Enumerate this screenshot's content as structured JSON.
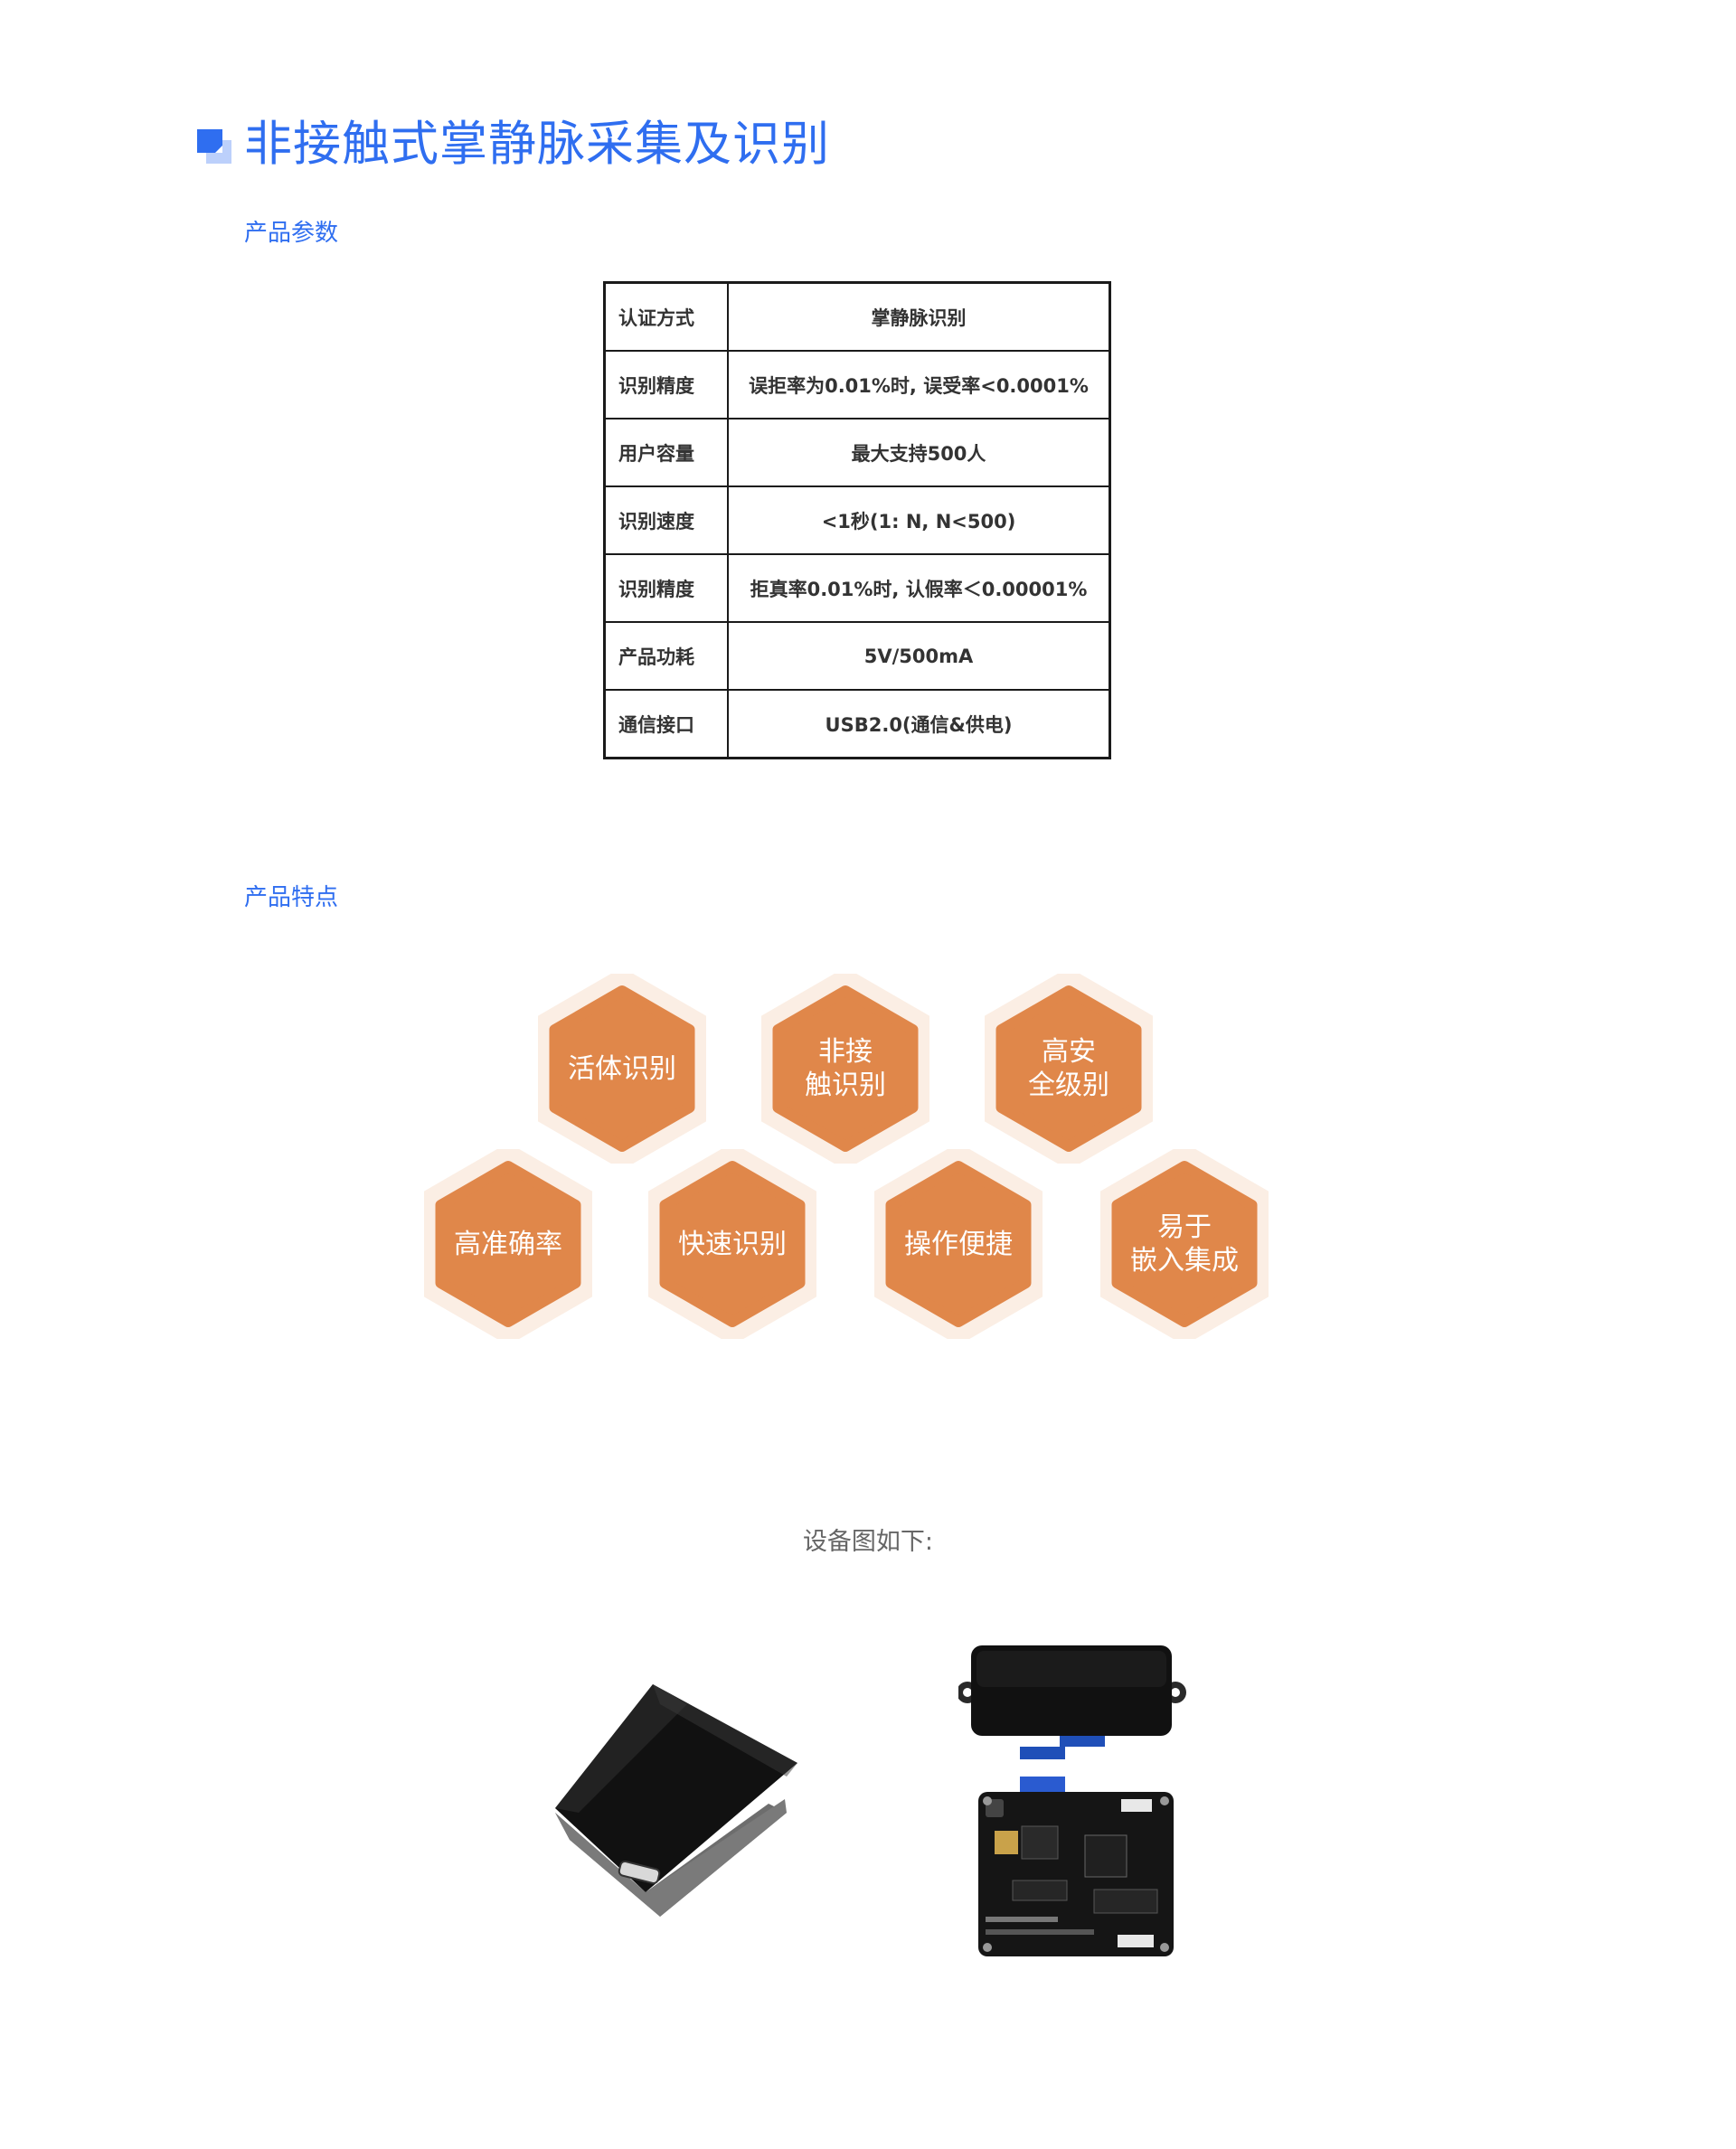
{
  "title": "非接触式掌静脉采集及识别",
  "sections": {
    "params_heading": "产品参数",
    "features_heading": "产品特点"
  },
  "spec_table": [
    {
      "key": "认证方式",
      "value": "掌静脉识别"
    },
    {
      "key": "识别精度",
      "value": "误拒率为0.01%时, 误受率<0.0001%"
    },
    {
      "key": "用户容量",
      "value": "最大支持500人"
    },
    {
      "key": "识别速度",
      "value": "<1秒(1: N, N<500)"
    },
    {
      "key": "识别精度",
      "value": "拒真率0.01%时, 认假率＜0.00001%"
    },
    {
      "key": "产品功耗",
      "value": "5V/500mA"
    },
    {
      "key": "通信接口",
      "value": "USB2.0(通信&供电)"
    }
  ],
  "features": [
    {
      "label": "活体识别"
    },
    {
      "label": "非接\n触识别"
    },
    {
      "label": "高安\n全级别"
    },
    {
      "label": "高准确率"
    },
    {
      "label": "快速识别"
    },
    {
      "label": "操作便捷"
    },
    {
      "label": "易于\n嵌入集成"
    }
  ],
  "colors": {
    "accent": "#2f6ef0",
    "hex_fill": "#e0874a",
    "hex_halo": "#fbeee4"
  },
  "caption": "设备图如下:"
}
